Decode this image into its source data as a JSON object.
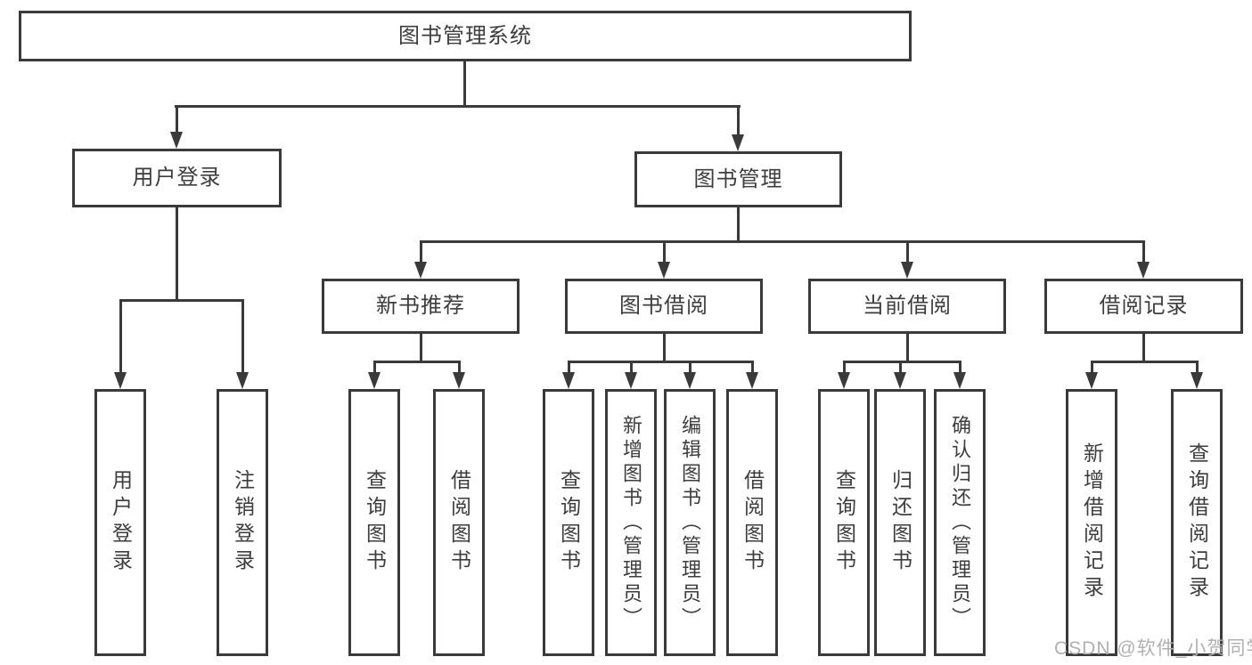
{
  "tree": {
    "root": {
      "label": "图书管理系统"
    },
    "branches": [
      {
        "label": "用户登录",
        "children": [
          {
            "label": "用户登录"
          },
          {
            "label": "注销登录"
          }
        ]
      },
      {
        "label": "图书管理",
        "children": [
          {
            "label": "新书推荐",
            "children": [
              {
                "label": "查询图书"
              },
              {
                "label": "借阅图书"
              }
            ]
          },
          {
            "label": "图书借阅",
            "children": [
              {
                "label": "查询图书"
              },
              {
                "label": "新增图书（管理员）"
              },
              {
                "label": "编辑图书（管理员）"
              },
              {
                "label": "借阅图书"
              }
            ]
          },
          {
            "label": "当前借阅",
            "children": [
              {
                "label": "查询图书"
              },
              {
                "label": "归还图书"
              },
              {
                "label": "确认归还（管理员）"
              }
            ]
          },
          {
            "label": "借阅记录",
            "children": [
              {
                "label": "新增借阅记录"
              },
              {
                "label": "查询借阅记录"
              }
            ]
          }
        ]
      }
    ]
  },
  "watermark": "CSDN @软件_小贺同学",
  "colors": {
    "line": "#3a3a3a",
    "text": "#3d3d3d",
    "box_background": "#ffffff",
    "page_background": "#ffffff",
    "watermark": "#b0b0b0"
  }
}
